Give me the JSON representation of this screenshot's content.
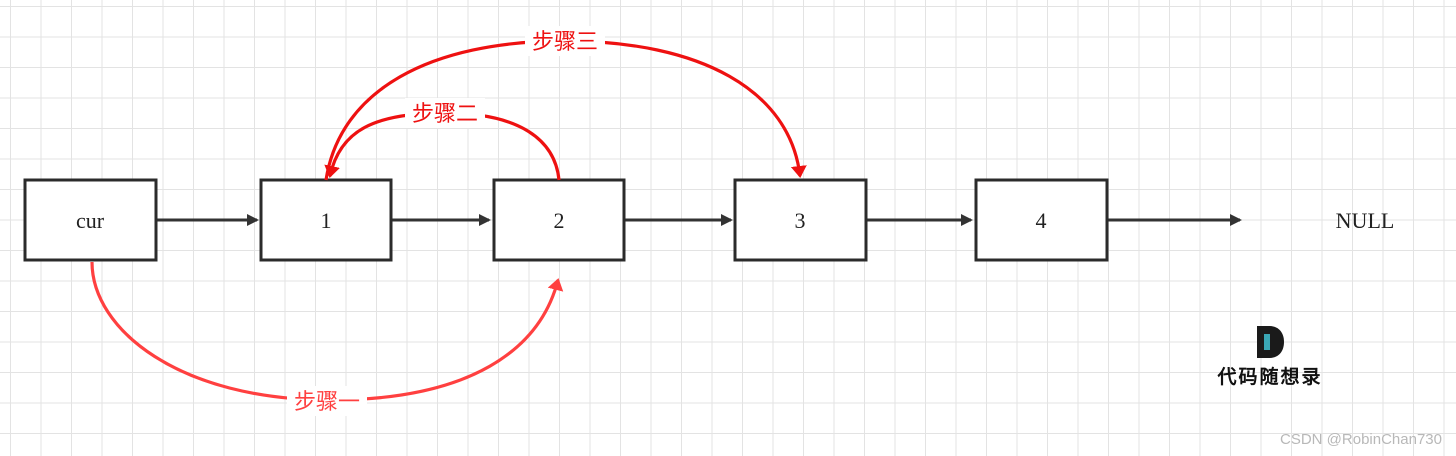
{
  "nodes": [
    {
      "id": "cur",
      "label": "cur"
    },
    {
      "id": "n1",
      "label": "1"
    },
    {
      "id": "n2",
      "label": "2"
    },
    {
      "id": "n3",
      "label": "3"
    },
    {
      "id": "n4",
      "label": "4"
    }
  ],
  "null_label": "NULL",
  "steps": {
    "one": {
      "label": "步骤一",
      "color": "#ff4040"
    },
    "two": {
      "label": "步骤二",
      "color": "#ee1111"
    },
    "three": {
      "label": "步骤三",
      "color": "#ee1111"
    }
  },
  "colors": {
    "edge": "#333333",
    "logo_dark": "#1a1a1a",
    "logo_accent": "#3aa7b5"
  },
  "logo": {
    "icon": "d-letter-logo-icon",
    "text": "代码随想录"
  },
  "watermark": "CSDN @RobinChan730"
}
